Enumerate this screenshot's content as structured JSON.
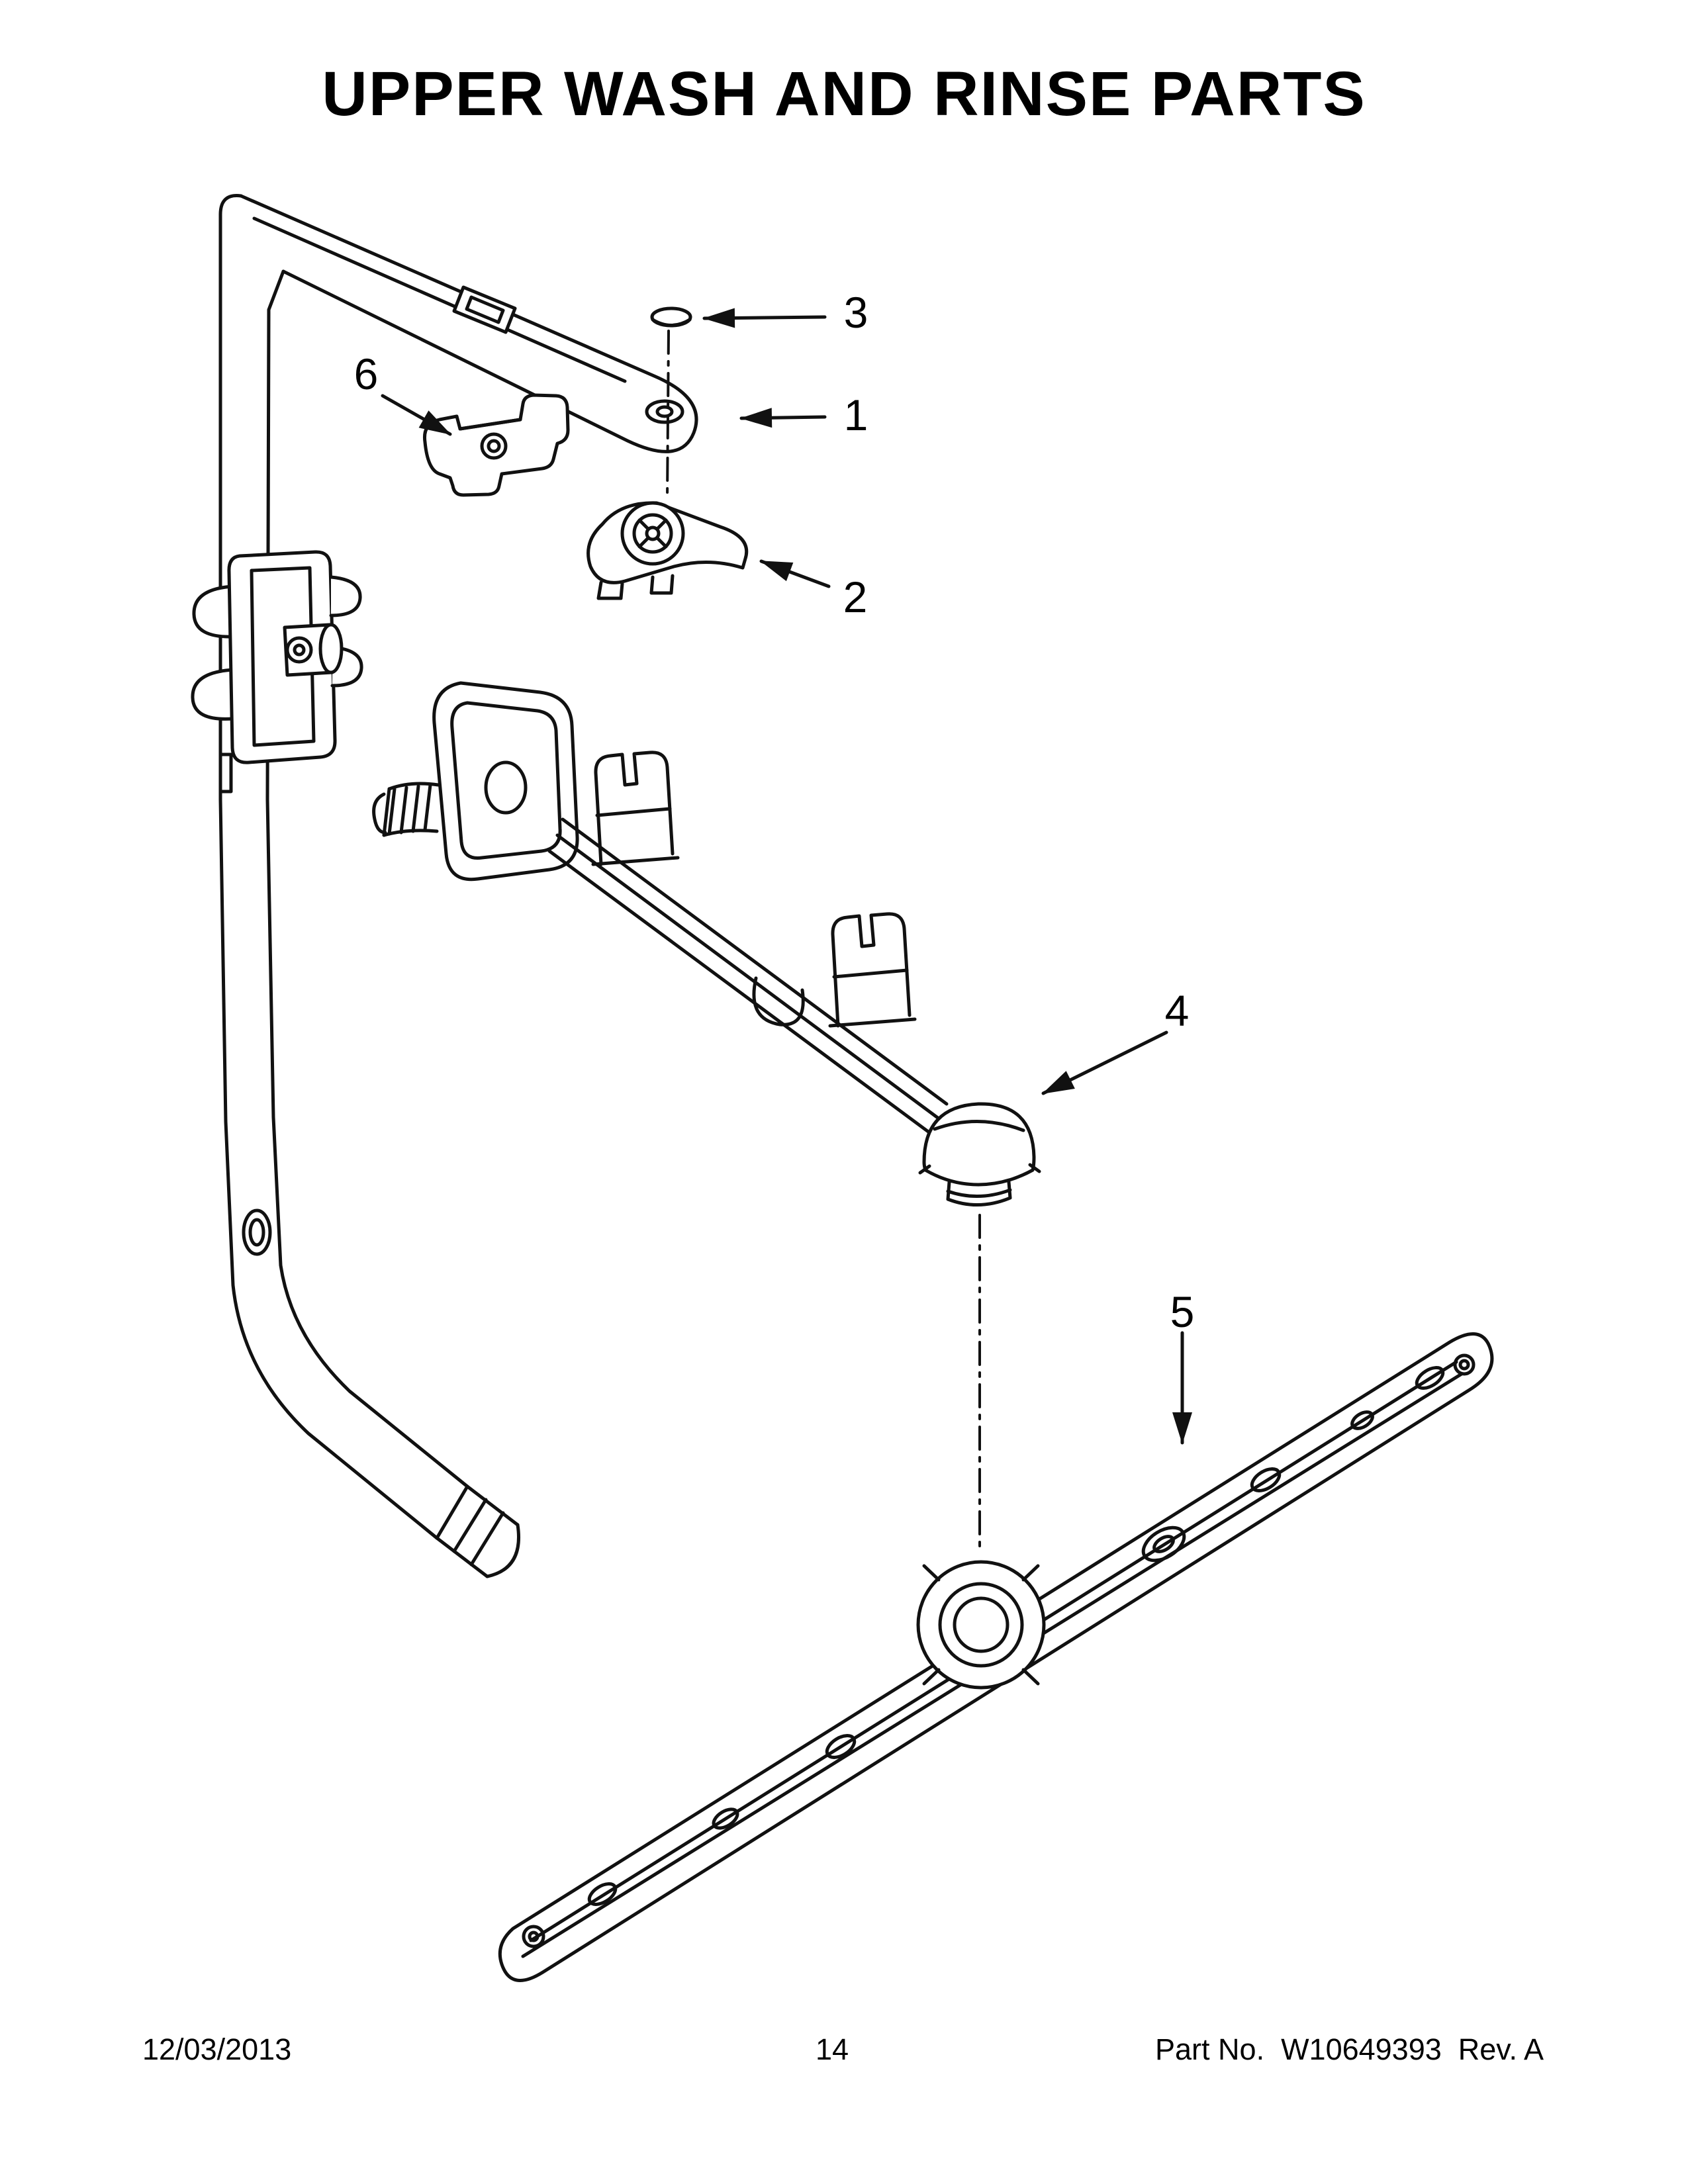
{
  "title": "UPPER WASH AND RINSE PARTS",
  "callouts": {
    "1": "1",
    "2": "2",
    "3": "3",
    "4": "4",
    "5": "5",
    "6": "6"
  },
  "footer": {
    "date": "12/03/2013",
    "page": "14",
    "part_no": "Part No.  W10649393  Rev. A"
  }
}
